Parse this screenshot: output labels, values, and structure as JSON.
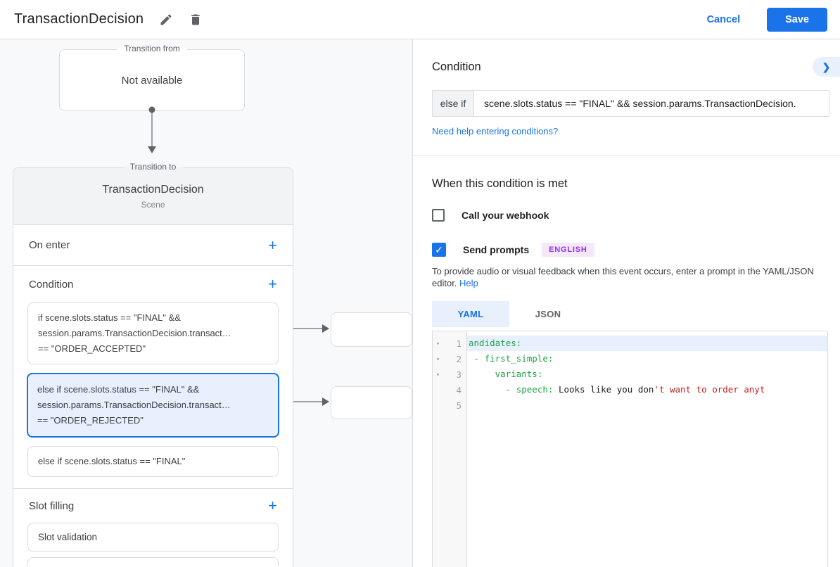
{
  "header": {
    "title": "TransactionDecision",
    "cancel_label": "Cancel",
    "save_label": "Save"
  },
  "canvas": {
    "transition_from": {
      "legend": "Transition from",
      "content": "Not available"
    },
    "transition_to": {
      "legend": "Transition to",
      "title": "TransactionDecision",
      "subtitle": "Scene",
      "on_enter_label": "On enter",
      "condition_label": "Condition",
      "condition_cards": [
        {
          "selected": false,
          "line1": "if scene.slots.status == \"FINAL\" &&",
          "line2": "session.params.TransactionDecision.transact…",
          "line3": "== \"ORDER_ACCEPTED\""
        },
        {
          "selected": true,
          "line1": "else if scene.slots.status == \"FINAL\" &&",
          "line2": "session.params.TransactionDecision.transact…",
          "line3": "== \"ORDER_REJECTED\""
        },
        {
          "selected": false,
          "line1": "else if scene.slots.status == \"FINAL\""
        }
      ],
      "slot_filling_label": "Slot filling",
      "slot_cards": [
        {
          "label": "Slot validation"
        }
      ]
    }
  },
  "panel": {
    "condition_heading": "Condition",
    "condition_keyword": "else if",
    "condition_value": "scene.slots.status == \"FINAL\" && session.params.TransactionDecision.",
    "help_link": "Need help entering conditions?",
    "when_met_heading": "When this condition is met",
    "webhook_label": "Call your webhook",
    "send_prompts_label": "Send prompts",
    "language_badge": "ENGLISH",
    "feedback_text": "To provide audio or visual feedback when this event occurs, enter a prompt in the YAML/JSON editor. ",
    "feedback_help_label": "Help",
    "tabs": [
      {
        "label": "YAML",
        "active": true
      },
      {
        "label": "JSON",
        "active": false
      }
    ],
    "editor": {
      "lines": [
        {
          "number": "1",
          "green": "andidates:"
        },
        {
          "number": "2",
          "green": " - first_simple:"
        },
        {
          "number": "3",
          "green": "     variants:"
        },
        {
          "number": "4",
          "green": "       - speech:",
          "black": " Looks like you don",
          "red": "'t want to order anyt"
        },
        {
          "number": "5"
        }
      ]
    }
  },
  "icons": {
    "plus": "+",
    "check": "✓",
    "chevron_right": "❯",
    "fold_arrow": "▾"
  },
  "colors": {
    "accent_blue": "#1a73e8",
    "selected_card_bg": "#e8f0fe",
    "selected_card_border": "#1a73e8",
    "badge_purple": "#9334e6",
    "badge_bg": "#f3e8fd",
    "code_green": "#1ea446",
    "code_red": "#c5221f",
    "border_gray": "#dadce0",
    "header_gray": "#f1f3f4"
  }
}
